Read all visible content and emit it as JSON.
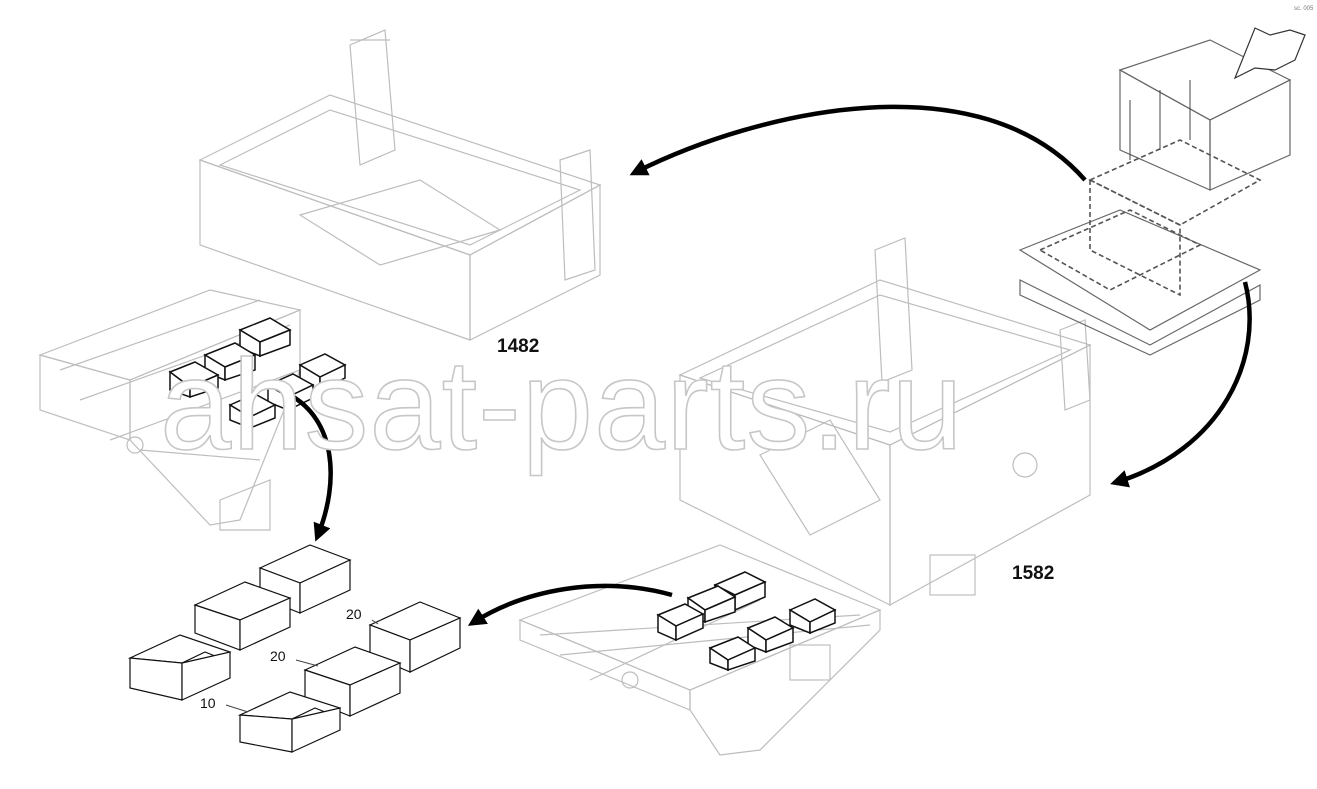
{
  "labels": {
    "model_a": "1482",
    "model_b": "1582",
    "part_10": "10",
    "part_20_a": "20",
    "part_20_b": "20",
    "corner_code": "sc. 005"
  },
  "watermark": "ahsat-parts.ru",
  "colors": {
    "line_light": "#bdbdbd",
    "line_dark": "#111111",
    "watermark_outline": "#c7c7c7"
  }
}
